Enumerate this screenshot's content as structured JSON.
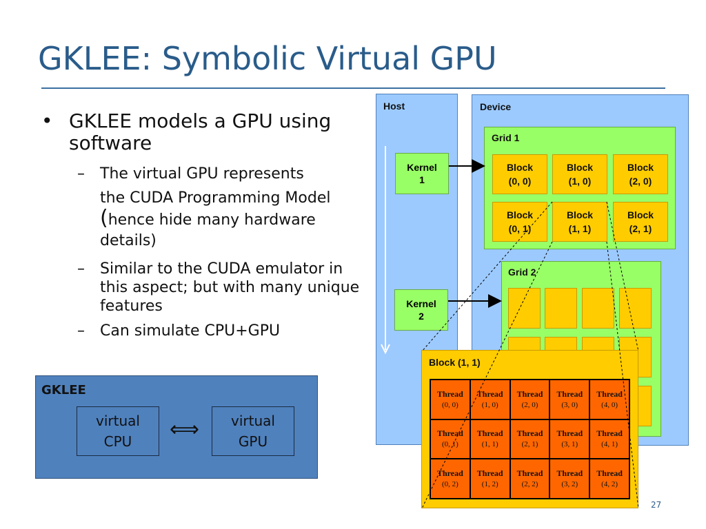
{
  "slide": {
    "title": "GKLEE: Symbolic Virtual GPU",
    "page_number": "27"
  },
  "bullets": {
    "main": "GKLEE models a GPU using software",
    "sub1_line1": "The virtual GPU represents",
    "sub1_line2": "the CUDA Programming Model",
    "sub1_paren": "(",
    "sub1_line3": "hence hide many hardware details)",
    "sub2": "Similar to the CUDA emulator in this aspect; but with many unique features",
    "sub3": "Can simulate CPU+GPU"
  },
  "gklee_box": {
    "label": "GKLEE",
    "cpu_line1": "virtual",
    "cpu_line2": "CPU",
    "gpu_line1": "virtual",
    "gpu_line2": "GPU",
    "arrow": "⟺"
  },
  "diagram": {
    "host_label": "Host",
    "device_label": "Device",
    "grid1_label": "Grid 1",
    "grid2_label": "Grid 2",
    "kernel1": [
      "Kernel",
      "1"
    ],
    "kernel2": [
      "Kernel",
      "2"
    ],
    "grid1_blocks": [
      [
        "Block",
        "(0, 0)"
      ],
      [
        "Block",
        "(1, 0)"
      ],
      [
        "Block",
        "(2, 0)"
      ],
      [
        "Block",
        "(0, 1)"
      ],
      [
        "Block",
        "(1, 1)"
      ],
      [
        "Block",
        "(2, 1)"
      ]
    ],
    "block_detail_label": "Block (1, 1)",
    "threads": [
      [
        "Thread",
        "(0, 0)"
      ],
      [
        "Thread",
        "(1, 0)"
      ],
      [
        "Thread",
        "(2, 0)"
      ],
      [
        "Thread",
        "(3, 0)"
      ],
      [
        "Thread",
        "(4, 0)"
      ],
      [
        "Thread",
        "(0, 1)"
      ],
      [
        "Thread",
        "(1, 1)"
      ],
      [
        "Thread",
        "(2, 1)"
      ],
      [
        "Thread",
        "(3, 1)"
      ],
      [
        "Thread",
        "(4, 1)"
      ],
      [
        "Thread",
        "(0, 2)"
      ],
      [
        "Thread",
        "(1, 2)"
      ],
      [
        "Thread",
        "(2, 2)"
      ],
      [
        "Thread",
        "(3, 2)"
      ],
      [
        "Thread",
        "(4, 2)"
      ]
    ]
  },
  "colors": {
    "title": "#2a5c8a",
    "panel_blue": "#9ccaff",
    "grid_green": "#99ff66",
    "block_yellow": "#ffcc00",
    "thread_orange": "#ff6600",
    "gklee_blue": "#4f81bd"
  }
}
